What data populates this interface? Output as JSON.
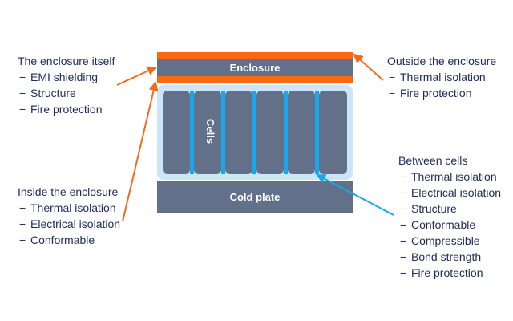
{
  "diagram": {
    "layers": {
      "enclosure": "Enclosure",
      "cells": "Cells",
      "cold_plate": "Cold plate",
      "cell_count": 6
    },
    "colors": {
      "enclosure_band": "#f96a10",
      "layer_fill": "#637089",
      "cell_container": "#cbe6f7",
      "cell_gap": "#18a7ea",
      "text": "#1f2a5c"
    },
    "callouts": {
      "enclosure_itself": {
        "title": "The enclosure itself",
        "items": [
          "EMI shielding",
          "Structure",
          "Fire protection"
        ]
      },
      "outside_enclosure": {
        "title": "Outside the enclosure",
        "items": [
          "Thermal isolation",
          "Fire protection"
        ]
      },
      "inside_enclosure": {
        "title": "Inside the enclosure",
        "items": [
          "Thermal isolation",
          "Electrical isolation",
          "Conformable"
        ]
      },
      "between_cells": {
        "title": "Between cells",
        "items": [
          "Thermal isolation",
          "Electrical isolation",
          "Structure",
          "Conformable",
          "Compressible",
          "Bond strength",
          "Fire protection"
        ]
      }
    },
    "dash_glyph": "−"
  }
}
